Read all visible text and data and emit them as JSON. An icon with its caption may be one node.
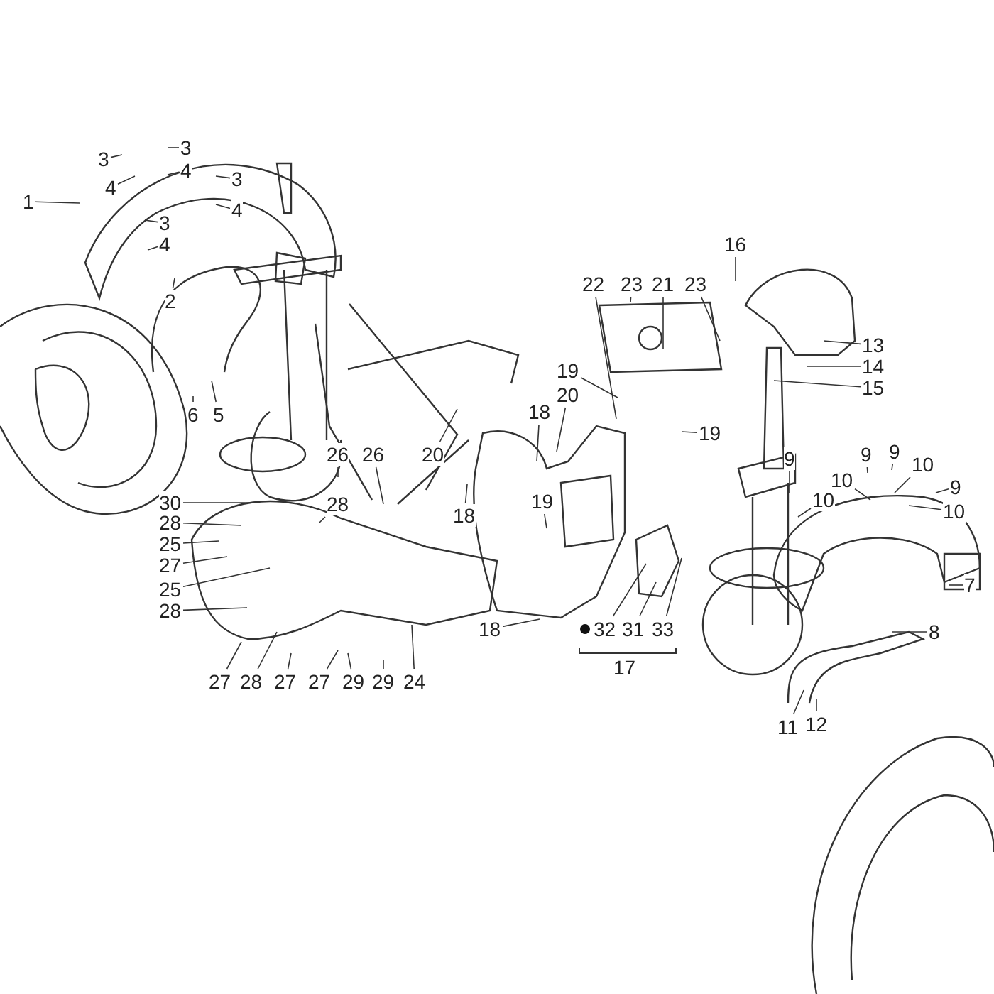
{
  "diagram": {
    "nodes": [
      {
        "text": [
          "3"
        ]
      },
      {
        "text": [
          "3"
        ]
      },
      {
        "text": [
          "4"
        ]
      },
      {
        "text": [
          "4"
        ]
      },
      {
        "text": [
          "3"
        ]
      },
      {
        "text": [
          "1"
        ]
      },
      {
        "text": [
          "4"
        ]
      },
      {
        "text": [
          "3"
        ]
      },
      {
        "text": [
          "4"
        ]
      },
      {
        "text": [
          "2"
        ]
      },
      {
        "text": [
          "6"
        ]
      },
      {
        "text": [
          "5"
        ]
      },
      {
        "text": [
          "16"
        ]
      },
      {
        "text": [
          "22"
        ]
      },
      {
        "text": [
          "23"
        ]
      },
      {
        "text": [
          "21"
        ]
      },
      {
        "text": [
          "23"
        ]
      },
      {
        "text": [
          "13"
        ]
      },
      {
        "text": [
          "14"
        ]
      },
      {
        "text": [
          "15"
        ]
      },
      {
        "text": [
          "19"
        ]
      },
      {
        "text": [
          "20"
        ]
      },
      {
        "text": [
          "18"
        ]
      },
      {
        "text": [
          "19"
        ]
      },
      {
        "text": [
          "20"
        ]
      },
      {
        "text": [
          "26"
        ]
      },
      {
        "text": [
          "26"
        ]
      },
      {
        "text": [
          "9"
        ]
      },
      {
        "text": [
          "9"
        ]
      },
      {
        "text": [
          "9"
        ]
      },
      {
        "text": [
          "10"
        ]
      },
      {
        "text": [
          "10"
        ]
      },
      {
        "text": [
          "10"
        ]
      },
      {
        "text": [
          "9"
        ]
      },
      {
        "text": [
          "10"
        ]
      },
      {
        "text": [
          "28"
        ]
      },
      {
        "text": [
          "30"
        ]
      },
      {
        "text": [
          "28"
        ]
      },
      {
        "text": [
          "18"
        ]
      },
      {
        "text": [
          "19"
        ]
      },
      {
        "text": [
          "25"
        ]
      },
      {
        "text": [
          "27"
        ]
      },
      {
        "text": [
          "7"
        ]
      },
      {
        "text": [
          "25"
        ]
      },
      {
        "text": [
          "28"
        ]
      },
      {
        "text": [
          "18"
        ]
      },
      {
        "text": [
          "32"
        ]
      },
      {
        "text": [
          "31"
        ]
      },
      {
        "text": [
          "33"
        ]
      },
      {
        "text": [
          "8"
        ]
      },
      {
        "text": [
          "27"
        ]
      },
      {
        "text": [
          "28"
        ]
      },
      {
        "text": [
          "27"
        ]
      },
      {
        "text": [
          "27"
        ]
      },
      {
        "text": [
          "29"
        ]
      },
      {
        "text": [
          "29"
        ]
      },
      {
        "text": [
          "24"
        ]
      },
      {
        "text": [
          "11"
        ]
      },
      {
        "text": [
          "12"
        ]
      },
      {
        "text": [
          "17"
        ]
      }
    ],
    "edges": [
      {
        "from": 0,
        "to": null,
        "arrow": "none"
      },
      {
        "from": 1,
        "to": null,
        "arrow": "none"
      },
      {
        "from": 2,
        "to": null,
        "arrow": "none"
      },
      {
        "from": 3,
        "to": null,
        "arrow": "none"
      },
      {
        "from": 4,
        "to": null,
        "arrow": "none"
      },
      {
        "from": 5,
        "to": null,
        "arrow": "none"
      },
      {
        "from": 6,
        "to": null,
        "arrow": "none"
      },
      {
        "from": 7,
        "to": null,
        "arrow": "none"
      },
      {
        "from": 8,
        "to": null,
        "arrow": "none"
      },
      {
        "from": 9,
        "to": null,
        "arrow": "none"
      },
      {
        "from": 10,
        "to": null,
        "arrow": "none"
      },
      {
        "from": 11,
        "to": null,
        "arrow": "none"
      },
      {
        "from": 12,
        "to": null,
        "arrow": "none"
      },
      {
        "from": 13,
        "to": null,
        "arrow": "none"
      },
      {
        "from": 14,
        "to": null,
        "arrow": "none"
      },
      {
        "from": 15,
        "to": null,
        "arrow": "none"
      },
      {
        "from": 16,
        "to": null,
        "arrow": "none"
      },
      {
        "from": 17,
        "to": null,
        "arrow": "none"
      },
      {
        "from": 18,
        "to": null,
        "arrow": "none"
      },
      {
        "from": 19,
        "to": null,
        "arrow": "none"
      },
      {
        "from": 20,
        "to": null,
        "arrow": "none"
      },
      {
        "from": 21,
        "to": null,
        "arrow": "none"
      },
      {
        "from": 22,
        "to": null,
        "arrow": "none"
      },
      {
        "from": 23,
        "to": null,
        "arrow": "none"
      },
      {
        "from": 24,
        "to": null,
        "arrow": "none"
      },
      {
        "from": 25,
        "to": null,
        "arrow": "none"
      },
      {
        "from": 26,
        "to": null,
        "arrow": "none"
      },
      {
        "from": 27,
        "to": null,
        "arrow": "none"
      },
      {
        "from": 28,
        "to": null,
        "arrow": "none"
      },
      {
        "from": 29,
        "to": null,
        "arrow": "none"
      },
      {
        "from": 30,
        "to": null,
        "arrow": "none"
      },
      {
        "from": 31,
        "to": null,
        "arrow": "none"
      },
      {
        "from": 32,
        "to": null,
        "arrow": "none"
      },
      {
        "from": 33,
        "to": null,
        "arrow": "none"
      },
      {
        "from": 34,
        "to": null,
        "arrow": "none"
      },
      {
        "from": 35,
        "to": null,
        "arrow": "none"
      },
      {
        "from": 36,
        "to": null,
        "arrow": "none"
      },
      {
        "from": 37,
        "to": null,
        "arrow": "none"
      },
      {
        "from": 38,
        "to": null,
        "arrow": "none"
      },
      {
        "from": 39,
        "to": null,
        "arrow": "none"
      },
      {
        "from": 40,
        "to": null,
        "arrow": "none"
      },
      {
        "from": 41,
        "to": null,
        "arrow": "none"
      },
      {
        "from": 42,
        "to": null,
        "arrow": "none"
      },
      {
        "from": 43,
        "to": null,
        "arrow": "none"
      },
      {
        "from": 44,
        "to": null,
        "arrow": "none"
      },
      {
        "from": 45,
        "to": null,
        "arrow": "none"
      },
      {
        "from": 46,
        "to": null,
        "arrow": "none"
      },
      {
        "from": 47,
        "to": null,
        "arrow": "none"
      },
      {
        "from": 48,
        "to": null,
        "arrow": "none"
      },
      {
        "from": 49,
        "to": null,
        "arrow": "none"
      },
      {
        "from": 50,
        "to": null,
        "arrow": "none"
      },
      {
        "from": 51,
        "to": null,
        "arrow": "none"
      },
      {
        "from": 52,
        "to": null,
        "arrow": "none"
      },
      {
        "from": 53,
        "to": null,
        "arrow": "none"
      },
      {
        "from": 54,
        "to": null,
        "arrow": "none"
      },
      {
        "from": 55,
        "to": null,
        "arrow": "none"
      },
      {
        "from": 56,
        "to": null,
        "arrow": "none"
      },
      {
        "from": 57,
        "to": null,
        "arrow": "none"
      },
      {
        "from": 58,
        "to": null,
        "arrow": "none"
      }
    ]
  }
}
